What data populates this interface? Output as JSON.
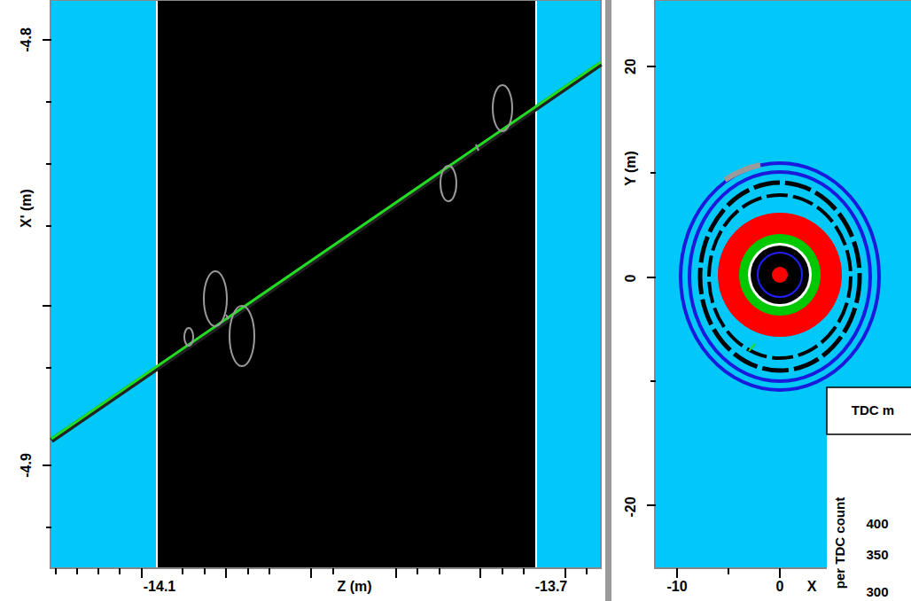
{
  "diagram": {
    "labels": [
      "-4.8",
      "X' (m)",
      "-4.9",
      "-14.1",
      "Z (m)",
      "-13.7",
      "20",
      "Y (m)",
      "0",
      "-20",
      "-10",
      "0",
      "X",
      "TDC m",
      "400",
      "350",
      "300",
      "per TDC count"
    ]
  }
}
